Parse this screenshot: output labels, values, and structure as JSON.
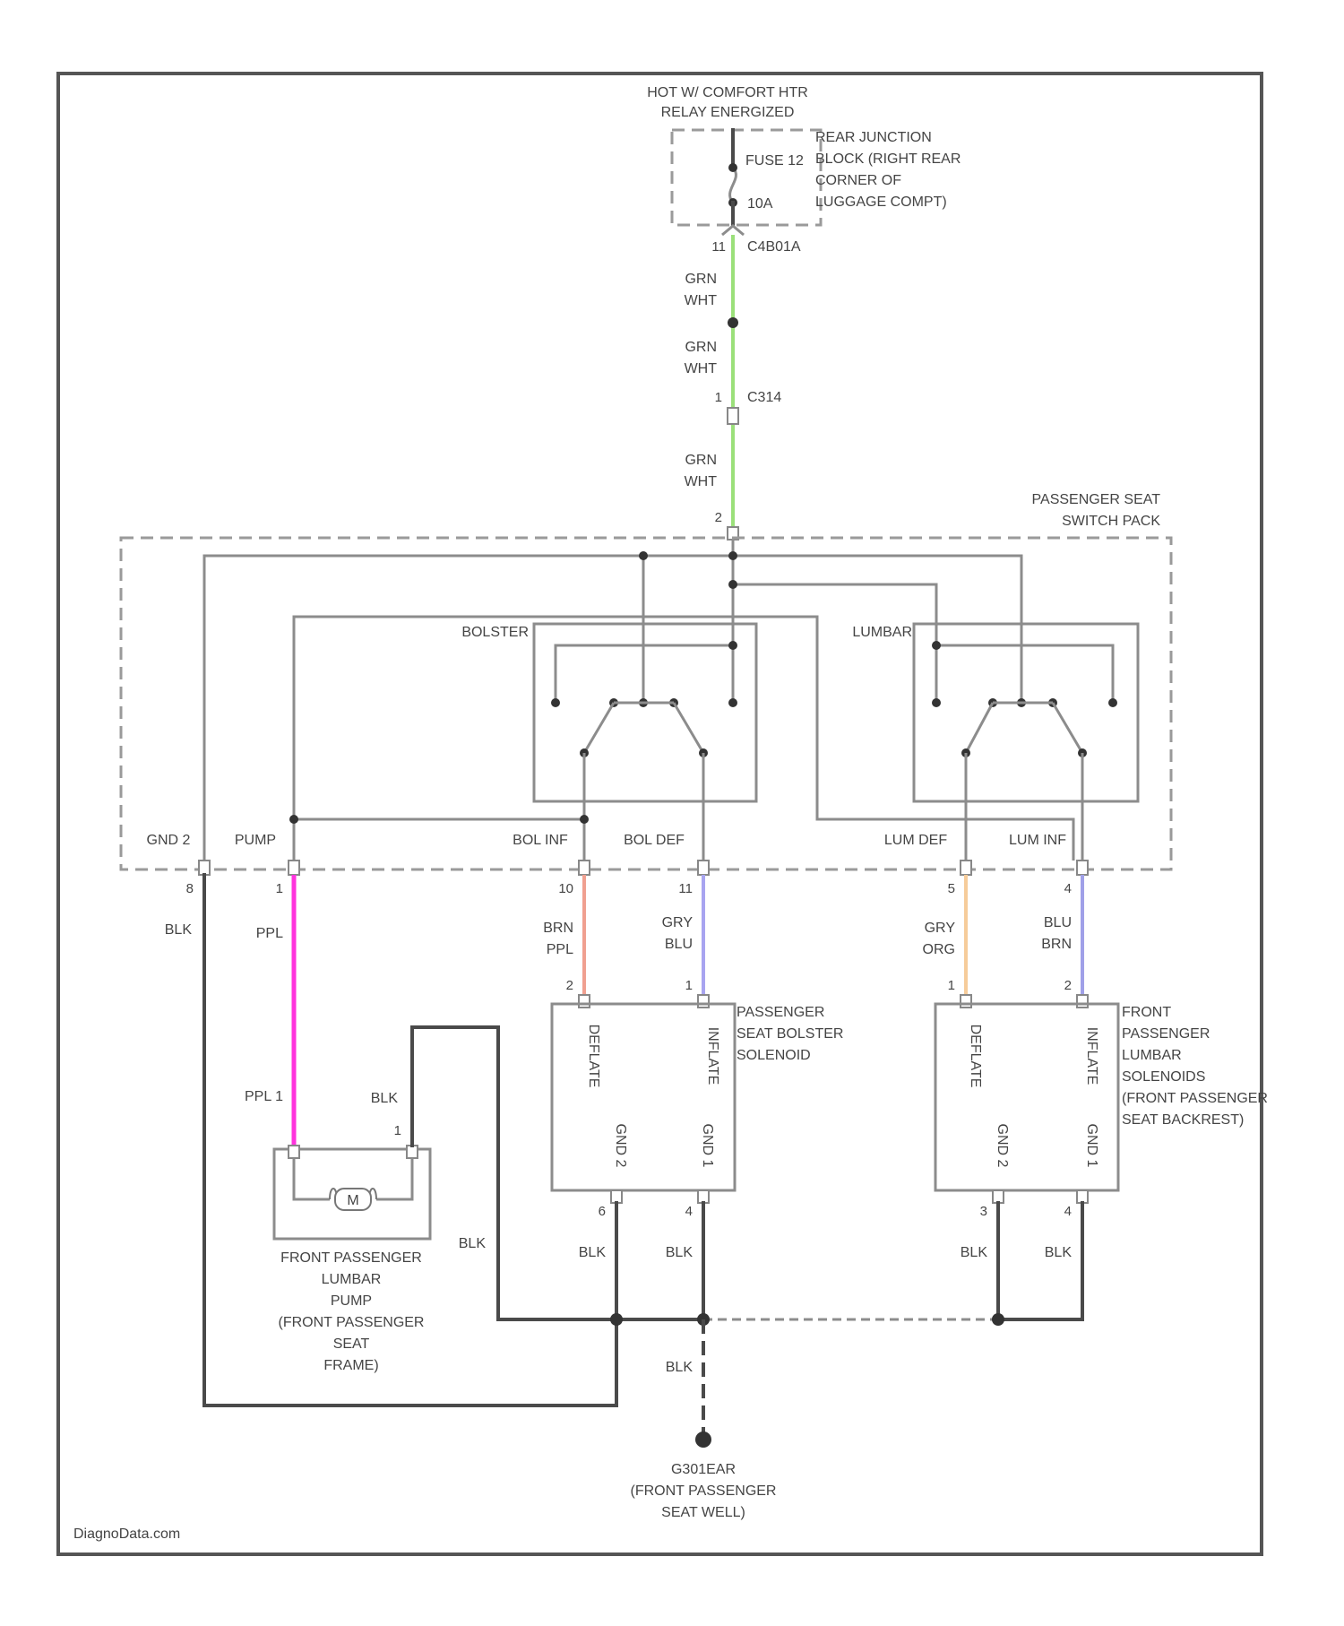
{
  "power_source": {
    "line1": "HOT W/ COMFORT HTR",
    "line2": "RELAY ENERGIZED"
  },
  "fuse_box": {
    "label_lines": [
      "REAR JUNCTION",
      "BLOCK (RIGHT REAR",
      "CORNER OF",
      "LUGGAGE COMPT)"
    ],
    "fuse_name": "FUSE 12",
    "fuse_rating": "10A",
    "out_pin": "11",
    "connector": "C4B01A"
  },
  "feed_wire": {
    "segments": [
      {
        "line1": "GRN",
        "line2": "WHT"
      },
      {
        "line1": "GRN",
        "line2": "WHT"
      },
      {
        "line1": "GRN",
        "line2": "WHT"
      }
    ],
    "inline_pin": "1",
    "inline_connector": "C314",
    "switch_pin": "2"
  },
  "switch_pack": {
    "label_lines": [
      "PASSENGER SEAT",
      "SWITCH PACK"
    ],
    "bolster_label": "BOLSTER",
    "lumbar_label": "LUMBAR",
    "terminals": [
      {
        "name": "GND 2",
        "pin": "8"
      },
      {
        "name": "PUMP",
        "pin": "1"
      },
      {
        "name": "BOL INF",
        "pin": "10"
      },
      {
        "name": "BOL DEF",
        "pin": "11"
      },
      {
        "name": "LUM DEF",
        "pin": "5"
      },
      {
        "name": "LUM INF",
        "pin": "4"
      }
    ]
  },
  "wires": {
    "gnd2": "BLK",
    "pump": "PPL",
    "bol_inf": {
      "line1": "BRN",
      "line2": "PPL"
    },
    "bol_def": {
      "line1": "GRY",
      "line2": "BLU"
    },
    "lum_def": {
      "line1": "GRY",
      "line2": "ORG"
    },
    "lum_inf": {
      "line1": "BLU",
      "line2": "BRN"
    },
    "pump_in_pin": "PPL 1",
    "pump_gnd": "BLK",
    "pump_gnd_pin": "1",
    "pump_return": "BLK",
    "gnd_a": "BLK",
    "gnd_b": "BLK",
    "gnd_c": "BLK",
    "gnd_d": "BLK",
    "gnd_main": "BLK"
  },
  "bolster_solenoid": {
    "label_lines": [
      "PASSENGER",
      "SEAT BOLSTER",
      "SOLENOID"
    ],
    "in_pins": [
      "2",
      "1"
    ],
    "coils": [
      "DEFLATE",
      "INFLATE"
    ],
    "grounds": [
      "GND 2",
      "GND 1"
    ],
    "gnd_pins": [
      "6",
      "4"
    ]
  },
  "lumbar_solenoid": {
    "label_lines": [
      "FRONT",
      "PASSENGER",
      "LUMBAR",
      "SOLENOIDS",
      "(FRONT PASSENGER",
      "SEAT BACKREST)"
    ],
    "in_pins": [
      "1",
      "2"
    ],
    "coils": [
      "DEFLATE",
      "INFLATE"
    ],
    "grounds": [
      "GND 2",
      "GND 1"
    ],
    "gnd_pins": [
      "3",
      "4"
    ]
  },
  "pump": {
    "motor": "M",
    "label_lines": [
      "FRONT PASSENGER",
      "LUMBAR",
      "PUMP",
      "(FRONT PASSENGER",
      "SEAT",
      "FRAME)"
    ]
  },
  "ground_point": {
    "label_lines": [
      "G301EAR",
      "(FRONT PASSENGER",
      "SEAT WELL)"
    ]
  },
  "watermark": "DiagnoData.com",
  "colors": {
    "feed": "#9be07a",
    "pump": "#ff33dd",
    "bol_inf": "#f0a090",
    "bol_def": "#a8a4f0",
    "lum_def": "#f6cc9a",
    "lum_inf": "#a0a0e8",
    "wire": "#4a4a4a",
    "frame": "#555555"
  }
}
